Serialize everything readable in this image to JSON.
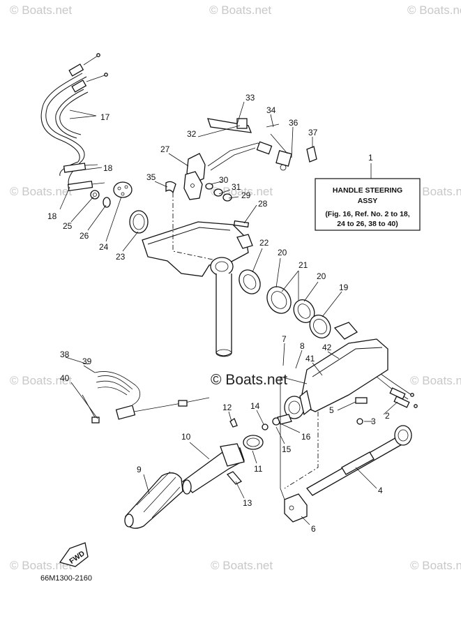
{
  "watermark": "© Boats.net",
  "watermark_center": "© Boats.net",
  "drawing_code": "66M1300-2160",
  "fwd_label": "FWD",
  "handle_box": {
    "title_line1": "HANDLE STEERING",
    "title_line2": "ASSY",
    "note_line1": "(Fig. 16, Ref. No. 2 to 18,",
    "note_line2": "24 to 26, 38 to 40)"
  },
  "callouts": {
    "c1": "1",
    "c2": "2",
    "c3": "3",
    "c4": "4",
    "c5": "5",
    "c6": "6",
    "c7": "7",
    "c8": "8",
    "c9": "9",
    "c10": "10",
    "c11": "11",
    "c12": "12",
    "c13": "13",
    "c14": "14",
    "c15": "15",
    "c16": "16",
    "c17": "17",
    "c18a": "18",
    "c18b": "18",
    "c19": "19",
    "c20a": "20",
    "c20b": "20",
    "c21": "21",
    "c22": "22",
    "c23": "23",
    "c24": "24",
    "c25": "25",
    "c26": "26",
    "c27": "27",
    "c28": "28",
    "c29": "29",
    "c30": "30",
    "c31": "31",
    "c32": "32",
    "c33": "33",
    "c34": "34",
    "c35": "35",
    "c36": "36",
    "c37": "37",
    "c38": "38",
    "c39": "39",
    "c40": "40",
    "c41": "41",
    "c42": "42"
  }
}
